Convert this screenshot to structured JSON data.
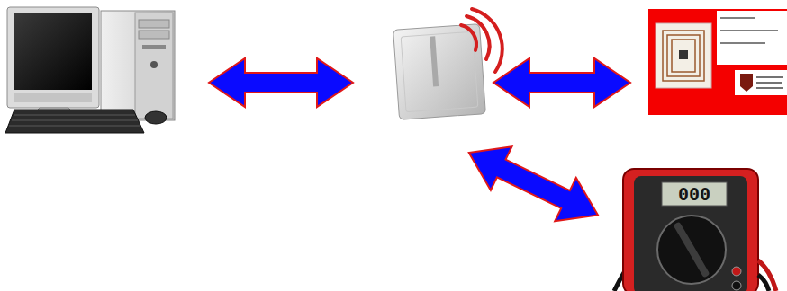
{
  "diagram": {
    "nodes": [
      {
        "text": []
      },
      {
        "text": []
      },
      {
        "text": []
      },
      {
        "text": [
          "000"
        ]
      }
    ],
    "edges": [
      {
        "from": 0,
        "to": 1,
        "arrow": "both"
      },
      {
        "from": 1,
        "to": 2,
        "arrow": "both"
      },
      {
        "from": 1,
        "to": 3,
        "arrow": "both"
      }
    ]
  }
}
